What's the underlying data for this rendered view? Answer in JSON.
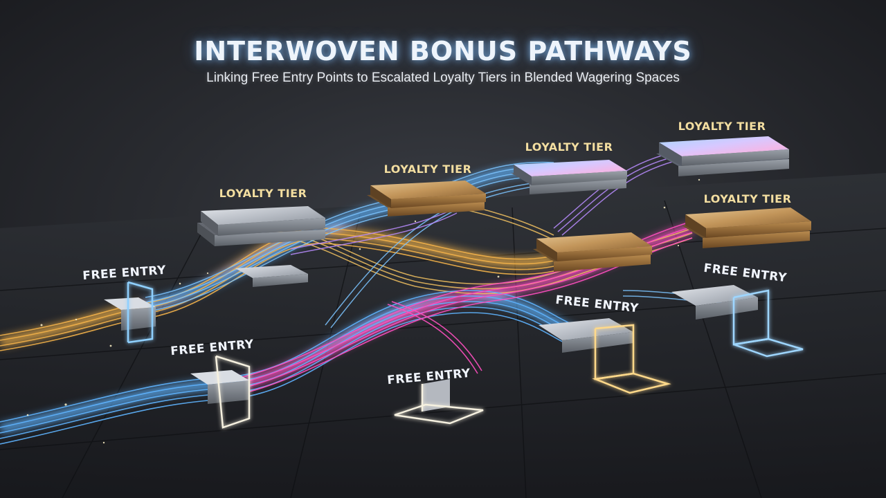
{
  "header": {
    "title": "INTERWOVEN BONUS PATHWAYS",
    "subtitle": "Linking Free Entry Points to Escalated Loyalty Tiers in Blended Wagering Spaces"
  },
  "loyalty_tiers": [
    {
      "label": "LOYALTY TIER",
      "finish": "silver"
    },
    {
      "label": "LOYALTY TIER",
      "finish": "gold"
    },
    {
      "label": "LOYALTY TIER",
      "finish": "iridescent"
    },
    {
      "label": "LOYALTY TIER",
      "finish": "iridescent"
    },
    {
      "label": "LOYALTY TIER",
      "finish": "gold"
    }
  ],
  "free_entries": [
    {
      "label": "FREE ENTRY",
      "glow": "blue"
    },
    {
      "label": "FREE ENTRY",
      "glow": "white"
    },
    {
      "label": "FREE ENTRY",
      "glow": "white"
    },
    {
      "label": "FREE ENTRY",
      "glow": "gold"
    },
    {
      "label": "FREE ENTRY",
      "glow": "blue"
    }
  ],
  "colors": {
    "stream_gold": "#f3b24a",
    "stream_blue": "#5fb4ff",
    "stream_pink": "#ff4fc0",
    "stream_violet": "#b98cff",
    "tier_label": "#f3dea0"
  }
}
